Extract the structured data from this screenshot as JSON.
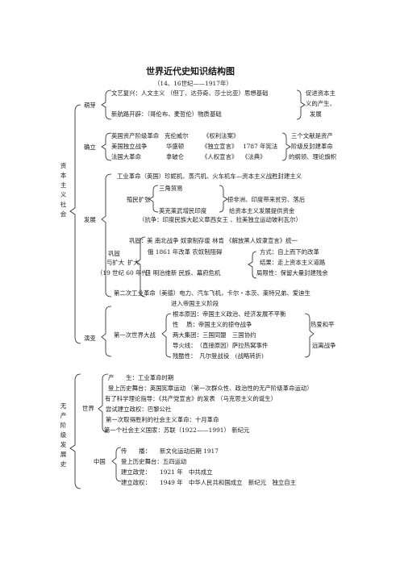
{
  "title": "世界近代史知识结构图",
  "subtitle": "（14、16世纪——1917年）",
  "part1": {
    "side_label": "资本主义社会",
    "sprout": {
      "label": "萌芽",
      "line1": "文艺复兴：人文主义 （但丁、达芬奇、莎士比亚）思想基础",
      "line2": "新航路开辟：（哥伦布、麦哲伦）物质基础",
      "note1": "促进资本主",
      "note2": "义的产生、",
      "note3": "发展"
    },
    "establish": {
      "label": "确立",
      "rows": [
        [
          "英国资产阶级革命",
          "克伦威尔",
          "《权利法案》",
          ""
        ],
        [
          "美国独立战争",
          "华盛顿",
          "《独立宣言》",
          "1787 年宪法"
        ],
        [
          "法国大革命",
          "拿破仑",
          "《人权宣言》",
          "《法典》"
        ]
      ],
      "note1": "三个文献是资产",
      "note2": "阶级反封建革命",
      "note3": "的纲领、理论旗帜"
    },
    "develop": {
      "label": "发展",
      "industrial": "工业革命（英国）珍妮机、蒸汽机、火车机车—资本主义战胜封建主义",
      "colonial": "殖民扩张",
      "slave": "三角贸易",
      "british_india": "英克莱武增民印度",
      "plunder": "掠非洲、印度带来贫穷、落后",
      "capital": "给资本主义发展提供资金",
      "resist": "（抗争：印度民族大起义章西女王 、拉美独立运动玻利瓦尔）",
      "consolidate": "巩固",
      "expand": "与扩大",
      "expand2": "扩大",
      "c19": "（19 世纪 60 年代）",
      "r1": "巩固：美 南北战争 奴隶制存废 林肯 《解放黑人奴隶宣言》统一",
      "r2": "俄 1861 年改革 农奴制阻碍",
      "r3": "日 明治维新 民族、幕府危机",
      "m1": "方式：自上而下的改革",
      "m2": "结果：走上资本主义道路",
      "m3": "局限性：保留大量封建残余"
    },
    "evolve": {
      "label": "演变",
      "second1": "第二次工业革命（美德）电力、汽车飞机，卡尔・本茨、莱特兄弟、爱迪生",
      "second2": "进入帝国主义阶段",
      "ww1": "第一次世界大战",
      "w1": "根本原因：帝国主义政治、经济发展不平衡",
      "w2": "性　 质：帝国主义的掠夺战争",
      "w3": "两大集团：三国同盟　三国协约",
      "w4": "导火线：　（直接原因）萨拉热窝事件",
      "w5": "残酷性：　凡尔登战役　(战略转折)",
      "n1": "热爱和平",
      "n2": "远离战争"
    }
  },
  "part2": {
    "side_label": "无产阶级发展史",
    "world": {
      "label": "世界",
      "l1": "产　　生：工业革命时期",
      "l2": "登上历史舞台：英国宪章运动 （第一次群众性、政治性的无产阶级革命运动）",
      "l3": "有了科学理论指导：《共产党宣言》的发表 （马克思主义的诞生）",
      "l4": "尝试建立政权：巴黎公社",
      "l5": "第一次取得胜利的社会主义革命：十月革命",
      "l6": "第一个社会主义国家：苏联（1922——1991） 新纪元"
    },
    "china": {
      "label": "中国",
      "l1": "传　　播：　　新文化运动后期 1917",
      "l2": "登上历史舞台：五四运动",
      "l3": "建立政党：　　1921 年　中共成立",
      "l4": "建立政权：　　1949 年　中华人民共和国成立　新纪元　独立自主"
    }
  }
}
